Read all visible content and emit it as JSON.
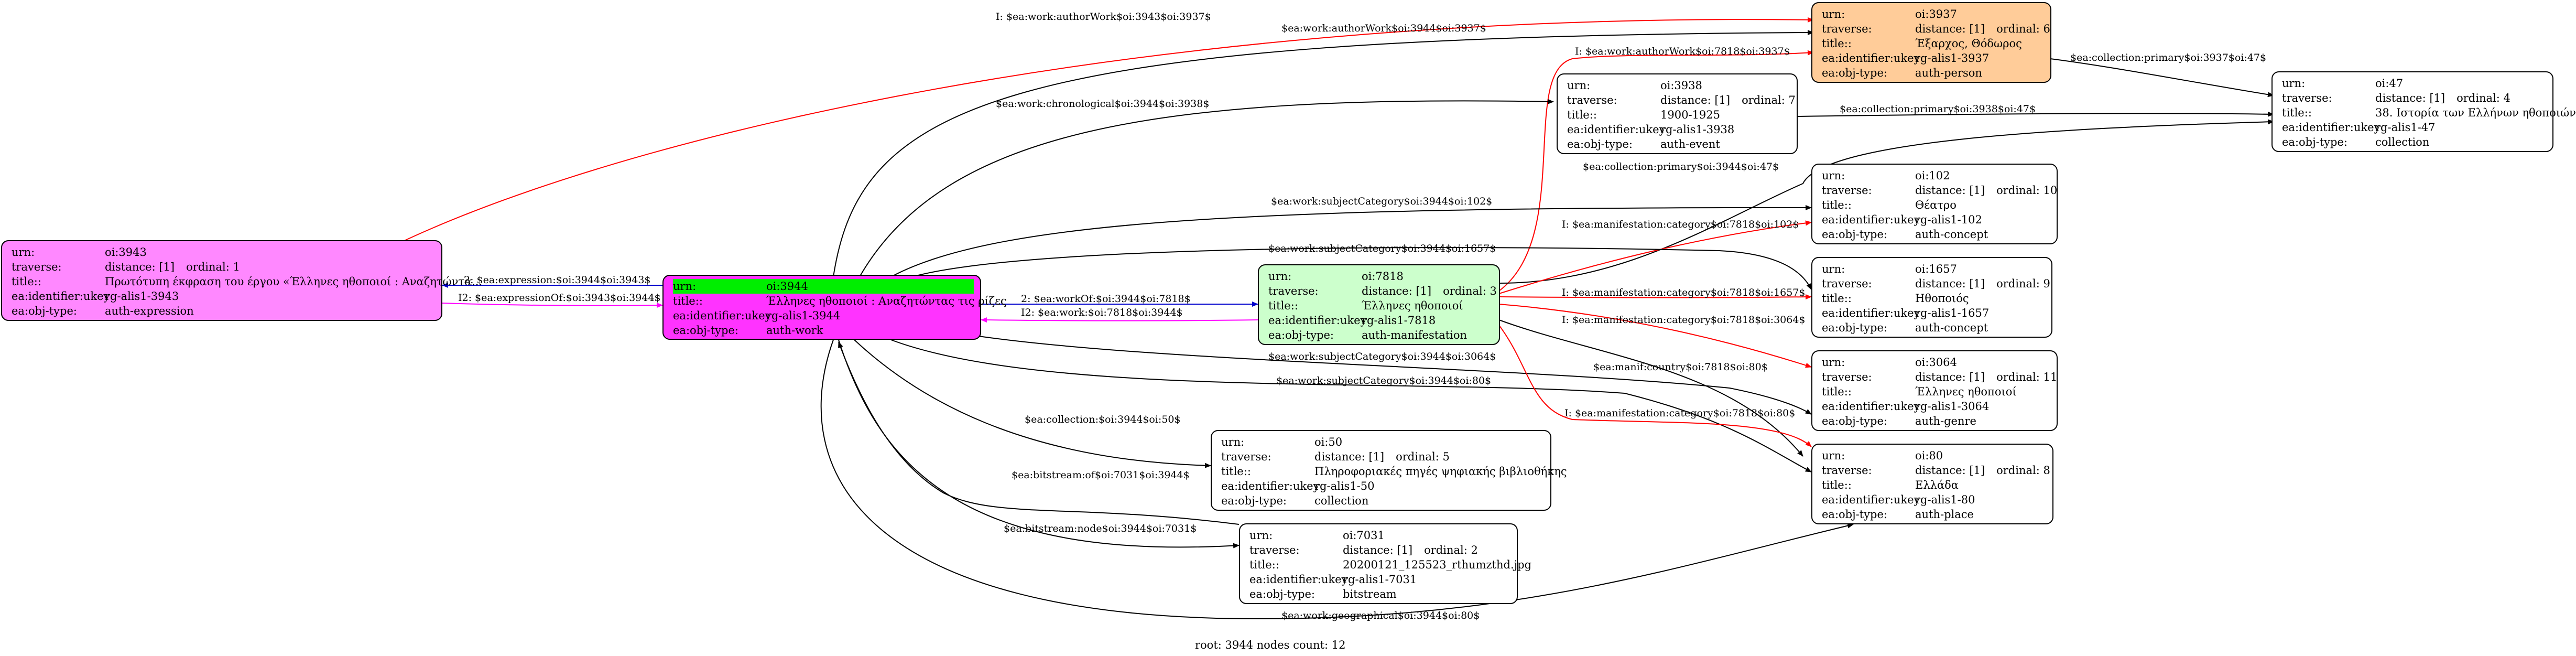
{
  "colors": {
    "root_fill": "#ff33ff",
    "root_highlight": "#00ee00",
    "expression_fill": "#ff88ff",
    "manifestation_fill": "#ccffcc",
    "person_fill": "#ffcc99",
    "default_fill": "#ffffff",
    "edge_black": "#000000",
    "edge_red": "#ff0000",
    "edge_blue": "#0000cc",
    "edge_magenta": "#ff00ff"
  },
  "field_keys": [
    "urn:",
    "traverse:",
    "title::",
    "ea:identifier:ukey",
    "ea:obj-type:"
  ],
  "nodes": {
    "oi3943": {
      "urn": "oi:3943",
      "traverse": "distance: [1]",
      "ordinal": "ordinal: 1",
      "title": "Πρωτότυπη έκφραση του έργου «Έλληνες ηθοποιοί : Αναζητώντα...",
      "ukey": "rg-alis1-3943",
      "objtype": "auth-expression"
    },
    "oi3944": {
      "urn": "oi:3944",
      "title": "Έλληνες ηθοποιοί : Αναζητώντας τις ρίζες",
      "ukey": "rg-alis1-3944",
      "objtype": "auth-work"
    },
    "oi7818": {
      "urn": "oi:7818",
      "traverse": "distance: [1]",
      "ordinal": "ordinal: 3",
      "title": "Έλληνες ηθοποιοί",
      "ukey": "rg-alis1-7818",
      "objtype": "auth-manifestation"
    },
    "oi3937": {
      "urn": "oi:3937",
      "traverse": "distance: [1]",
      "ordinal": "ordinal: 6",
      "title": "Έξαρχος, Θόδωρος",
      "ukey": "rg-alis1-3937",
      "objtype": "auth-person"
    },
    "oi3938": {
      "urn": "oi:3938",
      "traverse": "distance: [1]",
      "ordinal": "ordinal: 7",
      "title": "1900-1925",
      "ukey": "rg-alis1-3938",
      "objtype": "auth-event"
    },
    "oi47": {
      "urn": "oi:47",
      "traverse": "distance: [1]",
      "ordinal": "ordinal: 4",
      "title": "38. Ιστορία των Ελλήνων ηθοποιών",
      "ukey": "rg-alis1-47",
      "objtype": "collection"
    },
    "oi102": {
      "urn": "oi:102",
      "traverse": "distance: [1]",
      "ordinal": "ordinal: 10",
      "title": "Θέατρο",
      "ukey": "rg-alis1-102",
      "objtype": "auth-concept"
    },
    "oi1657": {
      "urn": "oi:1657",
      "traverse": "distance: [1]",
      "ordinal": "ordinal: 9",
      "title": "Ηθοποιός",
      "ukey": "rg-alis1-1657",
      "objtype": "auth-concept"
    },
    "oi3064": {
      "urn": "oi:3064",
      "traverse": "distance: [1]",
      "ordinal": "ordinal: 11",
      "title": "Έλληνες ηθοποιοί",
      "ukey": "rg-alis1-3064",
      "objtype": "auth-genre"
    },
    "oi80": {
      "urn": "oi:80",
      "traverse": "distance: [1]",
      "ordinal": "ordinal: 8",
      "title": "Ελλάδα",
      "ukey": "rg-alis1-80",
      "objtype": "auth-place"
    },
    "oi50": {
      "urn": "oi:50",
      "traverse": "distance: [1]",
      "ordinal": "ordinal: 5",
      "title": "Πληροφοριακές πηγές ψηφιακής βιβλιοθήκης",
      "ukey": "rg-alis1-50",
      "objtype": "collection"
    },
    "oi7031": {
      "urn": "oi:7031",
      "traverse": "distance: [1]",
      "ordinal": "ordinal: 2",
      "title": "20200121_125523_rthumzthd.jpg",
      "ukey": "rg-alis1-7031",
      "objtype": "bitstream"
    }
  },
  "edges": [
    {
      "id": "e1",
      "label": "I: $ea:work:authorWork$oi:3943$oi:3937$",
      "color": "red"
    },
    {
      "id": "e2",
      "label": "$ea:work:authorWork$oi:3944$oi:3937$",
      "color": "black"
    },
    {
      "id": "e3",
      "label": "I: $ea:work:authorWork$oi:7818$oi:3937$",
      "color": "red"
    },
    {
      "id": "e4",
      "label": "$ea:collection:primary$oi:3937$oi:47$",
      "color": "black"
    },
    {
      "id": "e5",
      "label": "$ea:work:chronological$oi:3944$oi:3938$",
      "color": "black"
    },
    {
      "id": "e6",
      "label": "$ea:collection:primary$oi:3938$oi:47$",
      "color": "black"
    },
    {
      "id": "e7",
      "label": "$ea:collection:primary$oi:3944$oi:47$",
      "color": "black"
    },
    {
      "id": "e8",
      "label": "$ea:work:subjectCategory$oi:3944$oi:102$",
      "color": "black"
    },
    {
      "id": "e9",
      "label": "I: $ea:manifestation:category$oi:7818$oi:102$",
      "color": "red"
    },
    {
      "id": "e10",
      "label": "$ea:work:subjectCategory$oi:3944$oi:1657$",
      "color": "black"
    },
    {
      "id": "e11",
      "label": "I: $ea:manifestation:category$oi:7818$oi:1657$",
      "color": "red"
    },
    {
      "id": "e12",
      "label": "I: $ea:manifestation:category$oi:7818$oi:3064$",
      "color": "red"
    },
    {
      "id": "e13",
      "label": "2: $ea:expression:$oi:3944$oi:3943$",
      "color": "blue"
    },
    {
      "id": "e14",
      "label": "I2: $ea:expressionOf:$oi:3943$oi:3944$",
      "color": "magenta"
    },
    {
      "id": "e15",
      "label": "2: $ea:workOf:$oi:3944$oi:7818$",
      "color": "blue"
    },
    {
      "id": "e16",
      "label": "I2: $ea:work:$oi:7818$oi:3944$",
      "color": "magenta"
    },
    {
      "id": "e17",
      "label": "$ea:work:subjectCategory$oi:3944$oi:3064$",
      "color": "black"
    },
    {
      "id": "e18",
      "label": "$ea:manif:country$oi:7818$oi:80$",
      "color": "black"
    },
    {
      "id": "e19",
      "label": "$ea:work:subjectCategory$oi:3944$oi:80$",
      "color": "black"
    },
    {
      "id": "e20",
      "label": "I: $ea:manifestation:category$oi:7818$oi:80$",
      "color": "red"
    },
    {
      "id": "e21",
      "label": "$ea:collection:$oi:3944$oi:50$",
      "color": "black"
    },
    {
      "id": "e22",
      "label": "$ea:bitstream:of$oi:7031$oi:3944$",
      "color": "black"
    },
    {
      "id": "e23",
      "label": "$ea:bitstream:node$oi:3944$oi:7031$",
      "color": "black"
    },
    {
      "id": "e24",
      "label": "$ea:work:geographical$oi:3944$oi:80$",
      "color": "black"
    }
  ],
  "footer": "root: 3944 nodes count: 12"
}
